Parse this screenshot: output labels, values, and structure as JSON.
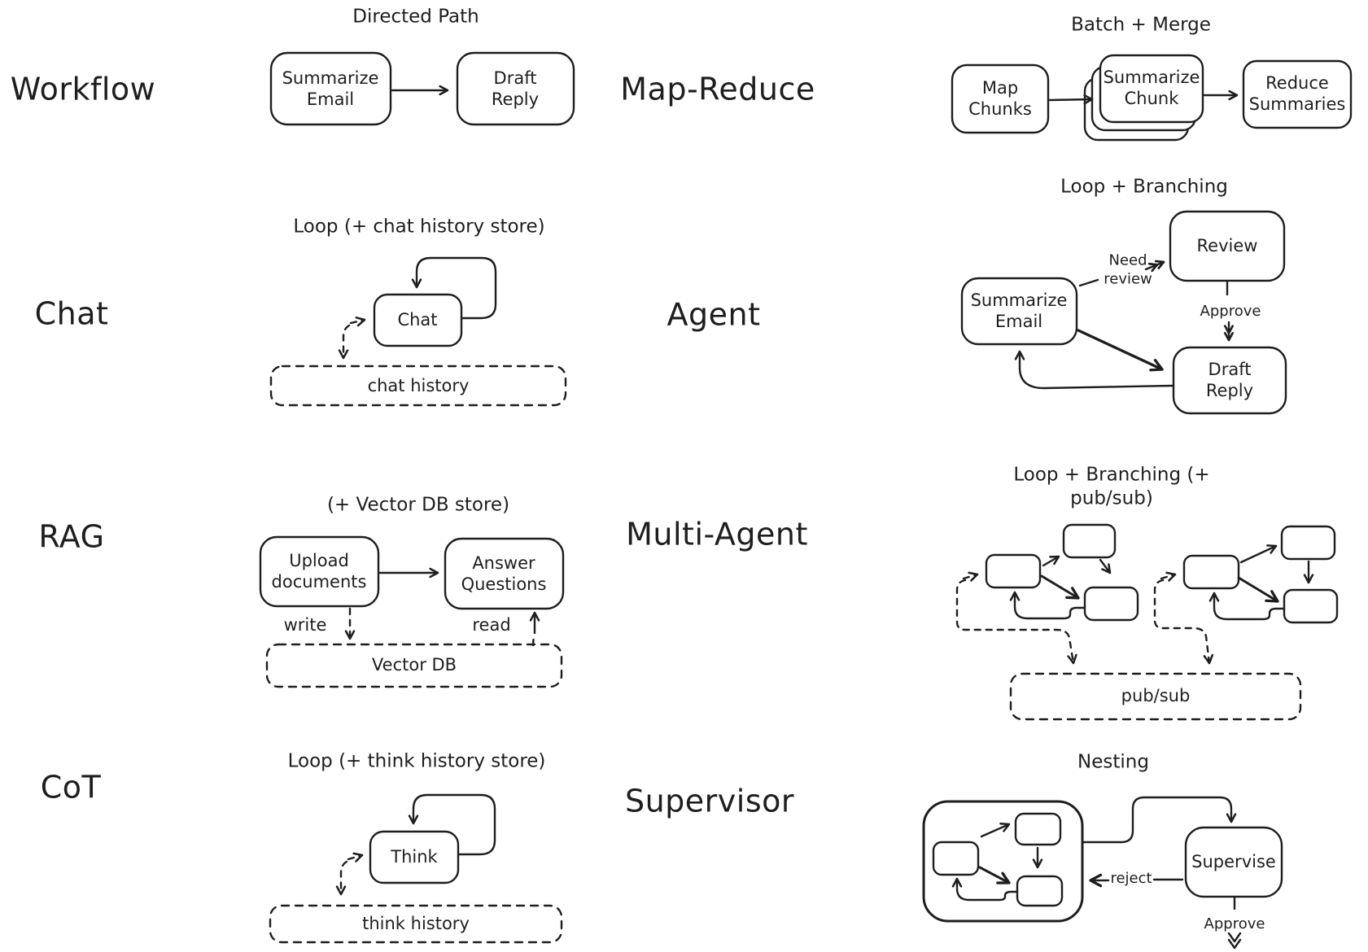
{
  "canvas": {
    "background": "#ffffff",
    "ink": "#1e1e1e"
  },
  "sections": {
    "workflow": {
      "label": "Workflow",
      "title": "Directed Path",
      "node_summarize_email": "Summarize\nEmail",
      "node_draft_reply": "Draft\nReply"
    },
    "map_reduce": {
      "label": "Map-Reduce",
      "title": "Batch + Merge",
      "node_map_chunks": "Map\nChunks",
      "node_summarize_chunk": "Summarize\nChunk",
      "node_reduce_summaries": "Reduce\nSummaries"
    },
    "chat": {
      "label": "Chat",
      "title": "Loop (+ chat history store)",
      "node_chat": "Chat",
      "store_chat_history": "chat history"
    },
    "agent": {
      "label": "Agent",
      "title": "Loop + Branching",
      "node_summarize_email": "Summarize\nEmail",
      "node_review": "Review",
      "node_draft_reply": "Draft\nReply",
      "edge_need_review": "Need\nreview",
      "edge_approve": "Approve"
    },
    "rag": {
      "label": "RAG",
      "title": "(+ Vector DB store)",
      "node_upload_documents": "Upload\ndocuments",
      "node_answer_questions": "Answer\nQuestions",
      "edge_write": "write",
      "edge_read": "read",
      "store_vector_db": "Vector DB"
    },
    "multi_agent": {
      "label": "Multi-Agent",
      "title": "Loop + Branching (+ pub/sub)",
      "store_pub_sub": "pub/sub"
    },
    "cot": {
      "label": "CoT",
      "title": "Loop (+ think history store)",
      "node_think": "Think",
      "store_think_history": "think history"
    },
    "supervisor": {
      "label": "Supervisor",
      "title": "Nesting",
      "node_supervise": "Supervise",
      "edge_reject": "reject",
      "edge_approve": "Approve"
    }
  }
}
